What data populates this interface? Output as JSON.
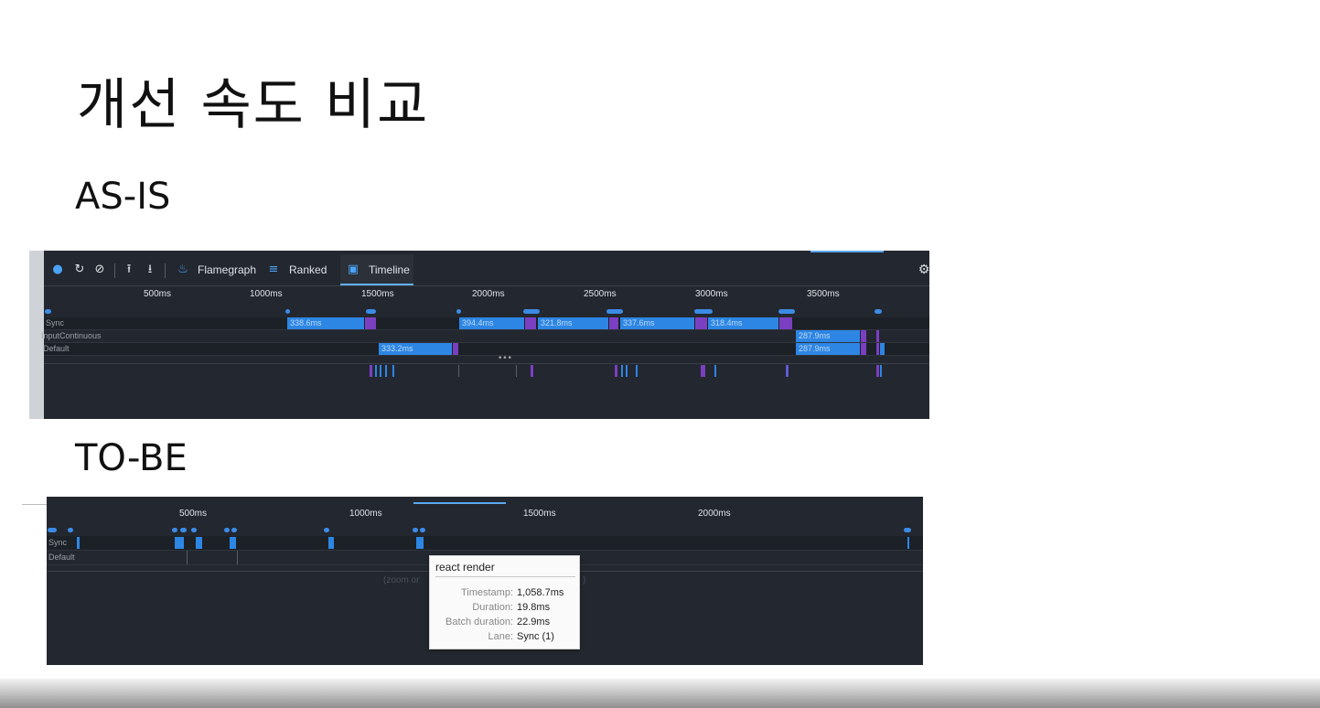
{
  "slide": {
    "title": "개선 속도 비교",
    "asis_label": "AS-IS",
    "tobe_label": "TO-BE"
  },
  "asis": {
    "toolbar": {
      "record_icon": "record-dot-icon",
      "reload_icon": "reload-icon",
      "clear_icon": "clear-icon",
      "upload_icon": "upload-icon",
      "download_icon": "download-icon",
      "tabs": [
        {
          "label": "Flamegraph",
          "icon": "flame-icon"
        },
        {
          "label": "Ranked",
          "icon": "ranked-icon"
        },
        {
          "label": "Timeline",
          "icon": "calendar-icon"
        }
      ],
      "settings_icon": "gear-icon"
    },
    "ticks": [
      "500ms",
      "1000ms",
      "1500ms",
      "2000ms",
      "2500ms",
      "3000ms",
      "3500ms"
    ],
    "lanes": [
      "Sync",
      "InputContinuous",
      "Default"
    ],
    "sync_bars": [
      "338.6ms",
      "394.4ms",
      "321.8ms",
      "337.6ms",
      "318.4ms"
    ],
    "input_bars": [
      "287.9ms"
    ],
    "default_bars": [
      "333.2ms",
      "287.9ms"
    ],
    "colors": {
      "panel": "#23272f",
      "blue": "#2d86e3",
      "purple": "#7b3fc2",
      "accent": "#61aff2"
    }
  },
  "tobe": {
    "ticks": [
      "500ms",
      "1000ms",
      "1500ms",
      "2000ms"
    ],
    "lanes": [
      "Sync",
      "Default"
    ],
    "zoom_hint": "(zoom or",
    "zoom_hint_tail": ")",
    "tooltip": {
      "title": "react render",
      "rows": [
        {
          "key": "Timestamp:",
          "value": "1,058.7ms"
        },
        {
          "key": "Duration:",
          "value": "19.8ms"
        },
        {
          "key": "Batch duration:",
          "value": "22.9ms"
        },
        {
          "key": "Lane:",
          "value": "Sync (1)"
        }
      ]
    }
  }
}
